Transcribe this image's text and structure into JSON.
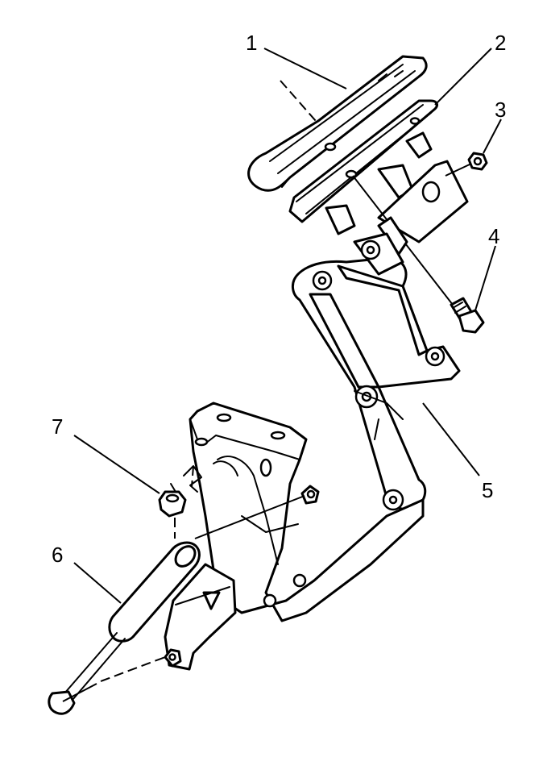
{
  "callouts": [
    {
      "id": "1",
      "label": "1"
    },
    {
      "id": "2",
      "label": "2"
    },
    {
      "id": "3",
      "label": "3"
    },
    {
      "id": "4",
      "label": "4"
    },
    {
      "id": "5",
      "label": "5"
    },
    {
      "id": "6",
      "label": "6"
    },
    {
      "id": "7",
      "label": "7"
    }
  ],
  "parts": [
    {
      "callout": "1",
      "icon": "hinge-cover-bracket-icon"
    },
    {
      "callout": "2",
      "icon": "hinge-plate-icon"
    },
    {
      "callout": "3",
      "icon": "nut-icon"
    },
    {
      "callout": "4",
      "icon": "bolt-icon"
    },
    {
      "callout": "5",
      "icon": "hinge-assembly-icon"
    },
    {
      "callout": "6",
      "icon": "gas-strut-icon"
    },
    {
      "callout": "7",
      "icon": "nut-icon"
    }
  ]
}
